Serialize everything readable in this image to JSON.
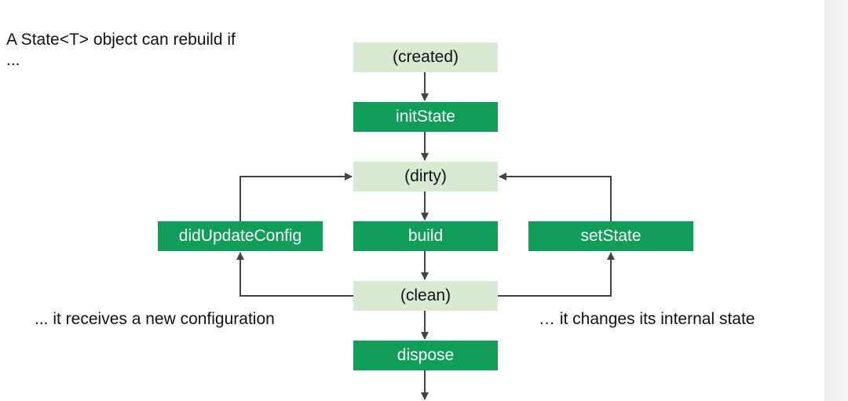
{
  "intro_text": "A State<T> object can rebuild if\n...",
  "nodes": {
    "created": "(created)",
    "init_state": "initState",
    "dirty": "(dirty)",
    "build": "build",
    "did_update_config": "didUpdateConfig",
    "set_state": "setState",
    "clean": "(clean)",
    "dispose": "dispose"
  },
  "captions": {
    "left": "... it receives a new configuration",
    "right": "… it changes its internal state"
  },
  "colors": {
    "state_fill": "#d9ead3",
    "method_fill": "#0f9d58",
    "arrow": "#444444"
  }
}
